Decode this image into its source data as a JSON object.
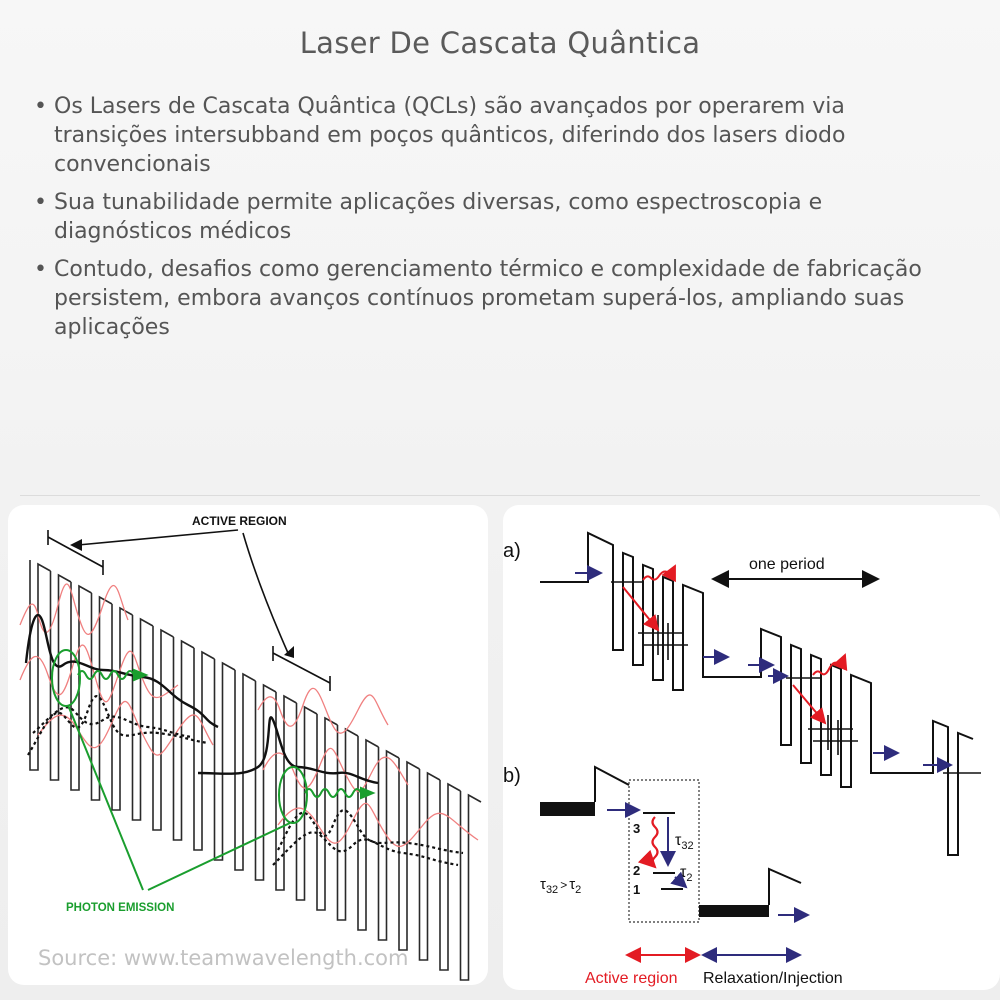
{
  "title": "Laser De Cascata Quântica",
  "bullets": [
    "Os Lasers de Cascata Quântica (QCLs) são avançados por operarem via transições intersubband em poços quânticos, diferindo dos lasers diodo convencionais",
    "Sua tunabilidade permite aplicações diversas, como espectroscopia e diagnósticos médicos",
    "Contudo, desafios como gerenciamento térmico e complexidade de fabricação persistem, embora avanços contínuos prometam superá-los, ampliando suas aplicações"
  ],
  "left_figure": {
    "active_region_label": "ACTIVE REGION",
    "photon_emission_label": "PHOTON EMISSION"
  },
  "right_figure": {
    "label_a": "a)",
    "label_b": "b)",
    "one_period": "one period",
    "level_3": "3",
    "level_2": "2",
    "level_1": "1",
    "tau32": "τ",
    "tau32_sub": "32",
    "tau2": "τ",
    "tau2_sub": "2",
    "relation_tau_a": "τ",
    "relation_sub_a": "32",
    "relation_gt": ">",
    "relation_tau_b": "τ",
    "relation_sub_b": "2",
    "active_region": "Active region",
    "relaxation_injection": "Relaxation/Injection"
  },
  "source": "Source: www.teamwavelength.com",
  "colors": {
    "red": "#e31b23",
    "navy": "#2e2c7c",
    "green": "#1a9e2e",
    "curve_red": "#f08080"
  }
}
